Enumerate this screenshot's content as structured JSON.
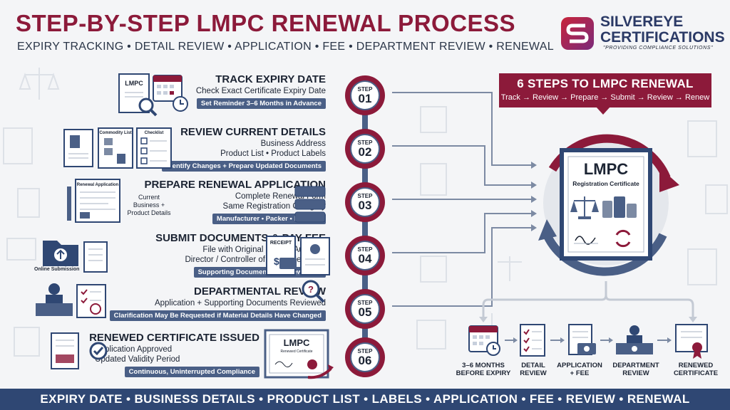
{
  "header": {
    "title": "STEP-BY-STEP LMPC RENEWAL PROCESS",
    "subtitle": "EXPIRY TRACKING • DETAIL REVIEW • APPLICATION • FEE • DEPARTMENT REVIEW • RENEWAL"
  },
  "brand": {
    "logo_letter": "S",
    "name_line1": "SILVEREYE",
    "name_line2": "CERTIFICATIONS",
    "tagline": "\"PROVIDING COMPLIANCE SOLUTIONS\""
  },
  "colors": {
    "maroon": "#8c1a3a",
    "navy": "#2f4773",
    "tag_blue": "#4a5f86"
  },
  "steps": [
    {
      "label": "STEP",
      "num": "01",
      "heading": "TRACK EXPIRY DATE",
      "lines": [
        "Check Exact Certificate Expiry Date"
      ],
      "tag": "Set Reminder 3–6 Months in Advance",
      "icon_text": "LMPC",
      "icon": "calendar-clock-icon"
    },
    {
      "label": "STEP",
      "num": "02",
      "heading": "REVIEW CURRENT DETAILS",
      "lines": [
        "Business Address",
        "Product List • Product Labels"
      ],
      "tag": "Identify Changes + Prepare Updated Documents",
      "icon_text_1": "Commodity List",
      "icon_text_2": "Checklist",
      "icon": "documents-checklist-icon"
    },
    {
      "label": "STEP",
      "num": "03",
      "heading": "PREPARE RENEWAL APPLICATION",
      "lines": [
        "Complete Renewal Form",
        "Same Registration Category"
      ],
      "tag": "Manufacturer • Packer • Importer",
      "side_label": [
        "Current",
        "Business +",
        "Product Details"
      ],
      "icon_text": "Renewal Application",
      "icon": "form-database-icon"
    },
    {
      "label": "STEP",
      "num": "04",
      "heading": "SUBMIT DOCUMENTS & PAY FEE",
      "lines": [
        "File with Original Issuing Authority",
        "Director / Controller of Legal Metrology"
      ],
      "tag": "Supporting Documents + Renewal Fee",
      "icon_text": "Online Submission",
      "receipt_text": "RECEIPT",
      "icon": "upload-receipt-icon"
    },
    {
      "label": "STEP",
      "num": "05",
      "heading": "DEPARTMENTAL REVIEW",
      "lines": [
        "Application + Supporting Documents Reviewed"
      ],
      "tag": "Clarification May Be Requested if Material Details Have Changed",
      "icon": "officer-review-icon"
    },
    {
      "label": "STEP",
      "num": "06",
      "heading": "RENEWED CERTIFICATE ISSUED",
      "lines": [
        "Application Approved",
        "Updated Validity Period"
      ],
      "tag": "Continuous, Uninterrupted Compliance",
      "icon_text": "LMPC",
      "icon_subtext": "Renewed Certificate",
      "icon": "certificate-check-icon"
    }
  ],
  "summary": {
    "title": "6 STEPS TO LMPC RENEWAL",
    "flow": "Track → Review → Prepare → Submit → Review → Renew"
  },
  "certificate": {
    "title": "LMPC",
    "subtitle": "Registration Certificate"
  },
  "flow": [
    {
      "lines": [
        "3–6 MONTHS",
        "BEFORE EXPIRY"
      ],
      "icon": "calendar-icon"
    },
    {
      "lines": [
        "DETAIL",
        "REVIEW"
      ],
      "icon": "checklist-icon"
    },
    {
      "lines": [
        "APPLICATION",
        "+ FEE"
      ],
      "icon": "fee-document-icon"
    },
    {
      "lines": [
        "DEPARTMENT",
        "REVIEW"
      ],
      "icon": "officer-desk-icon"
    },
    {
      "lines": [
        "RENEWED",
        "CERTIFICATE"
      ],
      "icon": "award-certificate-icon"
    }
  ],
  "footer": "EXPIRY DATE • BUSINESS DETAILS • PRODUCT LIST • LABELS • APPLICATION • FEE • REVIEW • RENEWAL"
}
